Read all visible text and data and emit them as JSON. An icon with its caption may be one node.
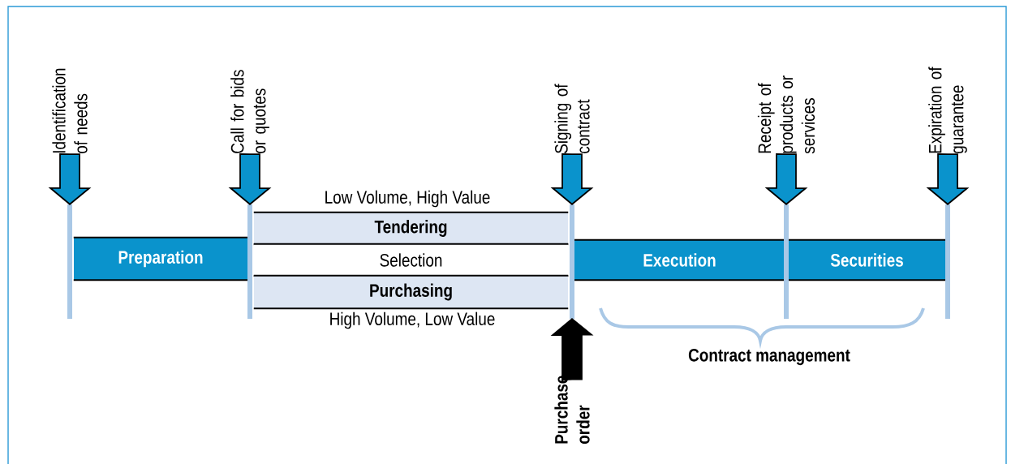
{
  "diagram": {
    "nodes": [
      {
        "text": [
          "Identification of needs"
        ]
      },
      {
        "text": [
          "Call for bids or quotes"
        ]
      },
      {
        "text": [
          "Signing of contract"
        ]
      },
      {
        "text": [
          "Receipt of products or services"
        ]
      },
      {
        "text": [
          "Expiration of guarantee"
        ]
      },
      {
        "text": [
          "Preparation"
        ]
      },
      {
        "text": [
          "Tendering"
        ]
      },
      {
        "text": [
          "Selection"
        ]
      },
      {
        "text": [
          "Purchasing"
        ]
      },
      {
        "text": [
          "Execution"
        ]
      },
      {
        "text": [
          "Securities"
        ]
      },
      {
        "text": [
          "Purchase order"
        ]
      },
      {
        "text": [],
        "shape": "bar"
      },
      {
        "text": [],
        "shape": "bar"
      },
      {
        "text": [],
        "shape": "bar"
      },
      {
        "text": [],
        "shape": "bar"
      },
      {
        "text": [],
        "shape": "bar"
      }
    ],
    "edges": [
      {
        "from": 0,
        "to": 12,
        "arrow": "to"
      },
      {
        "from": 1,
        "to": 13,
        "arrow": "to"
      },
      {
        "from": 2,
        "to": 14,
        "arrow": "to"
      },
      {
        "from": 3,
        "to": 15,
        "arrow": "to"
      },
      {
        "from": 4,
        "to": 16,
        "arrow": "to"
      },
      {
        "from": 11,
        "to": 14,
        "arrow": "to",
        "color": "#000000"
      }
    ],
    "labels": [
      "Low Volume, High Value",
      "High Volume, Low Value",
      "Contract management"
    ]
  }
}
